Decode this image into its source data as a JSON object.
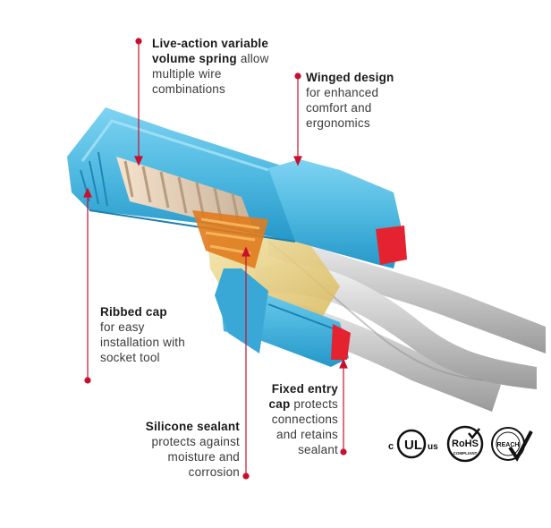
{
  "colors": {
    "cap_blue": "#4fb9e0",
    "cap_dark": "#1c8fc0",
    "seal_red": "#e52330",
    "spring_orange": "#e07b1d",
    "wire_gray": "#cfcfcf",
    "leader_red": "#c8102e"
  },
  "callouts": {
    "spring": {
      "title": "Live-action variable volume spring",
      "desc": "allow multiple wire combinations"
    },
    "winged": {
      "title": "Winged design",
      "desc": "for enhanced comfort and ergonomics"
    },
    "ribbed": {
      "title": "Ribbed cap",
      "desc": "for easy installation with socket tool"
    },
    "fixed": {
      "title": "Fixed entry cap",
      "desc": "protects connections and retains sealant"
    },
    "silicone": {
      "title": "Silicone sealant",
      "desc": "protects against moisture and corrosion"
    }
  },
  "certifications": [
    {
      "name": "ul-listed-icon",
      "label_left": "c",
      "label_mid": "UL",
      "label_right": "us"
    },
    {
      "name": "rohs-icon",
      "label": "RoHS",
      "sub": "COMPLIANT"
    },
    {
      "name": "reach-icon",
      "label": "REACH"
    }
  ]
}
